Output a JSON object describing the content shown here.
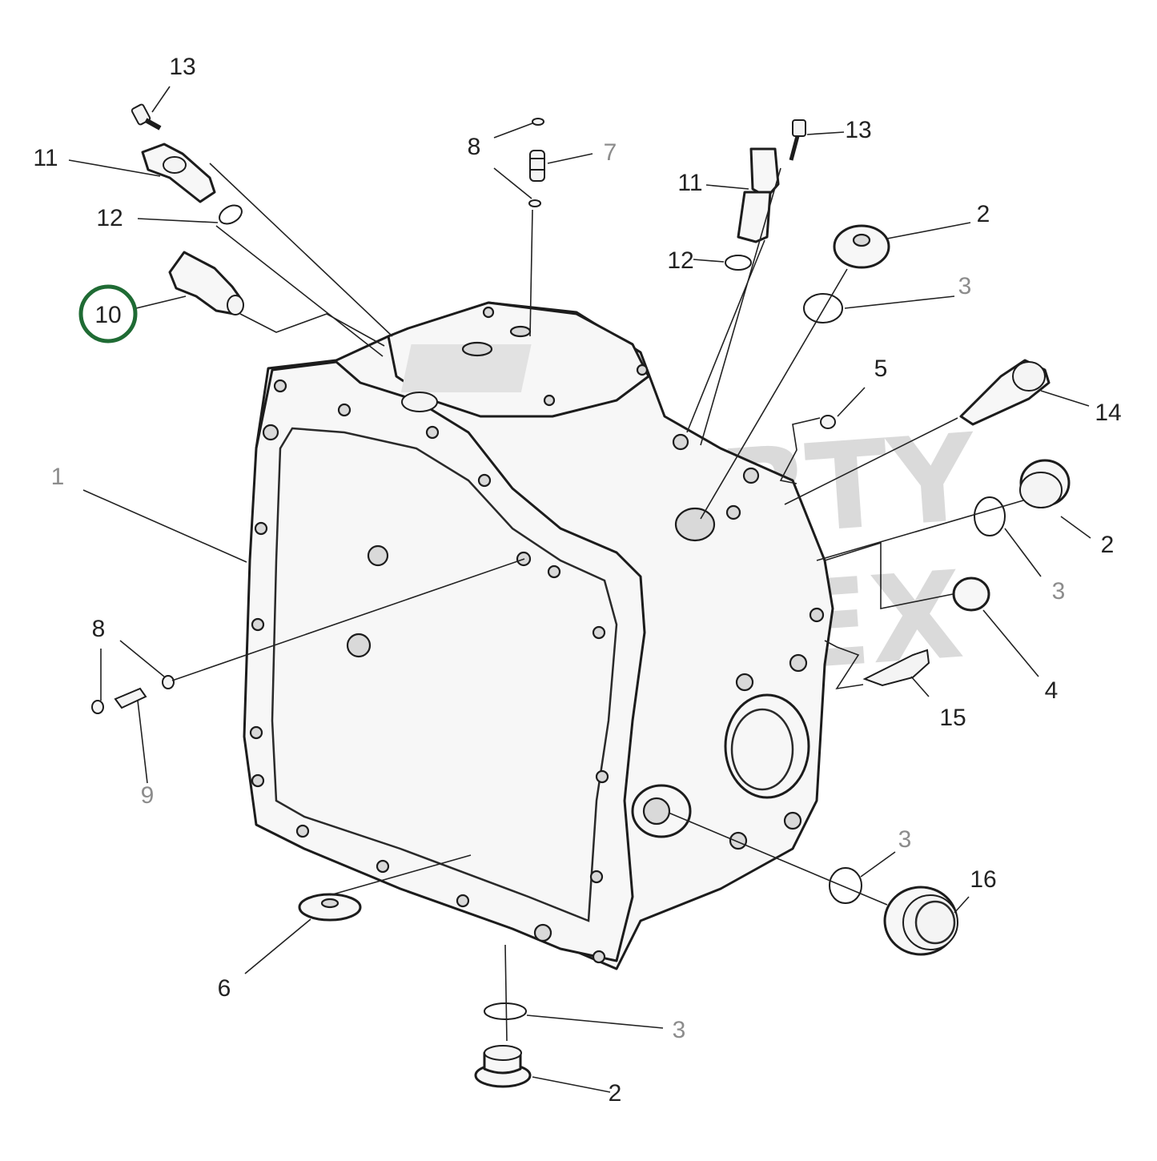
{
  "diagram": {
    "highlight_color": "#1f6b34",
    "watermark": [
      "PROPERTY",
      "VOLVOFEX"
    ],
    "callouts": [
      {
        "id": "c1",
        "text": "1",
        "muted": true
      },
      {
        "id": "c2a",
        "text": "2",
        "muted": false
      },
      {
        "id": "c2b",
        "text": "2",
        "muted": false
      },
      {
        "id": "c2c",
        "text": "2",
        "muted": false
      },
      {
        "id": "c3a",
        "text": "3",
        "muted": true
      },
      {
        "id": "c3b",
        "text": "3",
        "muted": true
      },
      {
        "id": "c3c",
        "text": "3",
        "muted": true
      },
      {
        "id": "c3d",
        "text": "3",
        "muted": true
      },
      {
        "id": "c4",
        "text": "4",
        "muted": false
      },
      {
        "id": "c5",
        "text": "5",
        "muted": false
      },
      {
        "id": "c6",
        "text": "6",
        "muted": false
      },
      {
        "id": "c7",
        "text": "7",
        "muted": true
      },
      {
        "id": "c8a",
        "text": "8",
        "muted": false
      },
      {
        "id": "c8b",
        "text": "8",
        "muted": false
      },
      {
        "id": "c9",
        "text": "9",
        "muted": true
      },
      {
        "id": "c10",
        "text": "10",
        "muted": false,
        "highlighted": true
      },
      {
        "id": "c11a",
        "text": "11",
        "muted": false
      },
      {
        "id": "c11b",
        "text": "11",
        "muted": false
      },
      {
        "id": "c12a",
        "text": "12",
        "muted": false
      },
      {
        "id": "c12b",
        "text": "12",
        "muted": false
      },
      {
        "id": "c13a",
        "text": "13",
        "muted": false
      },
      {
        "id": "c13b",
        "text": "13",
        "muted": false
      },
      {
        "id": "c14",
        "text": "14",
        "muted": false
      },
      {
        "id": "c15",
        "text": "15",
        "muted": false
      },
      {
        "id": "c16",
        "text": "16",
        "muted": false
      }
    ]
  }
}
